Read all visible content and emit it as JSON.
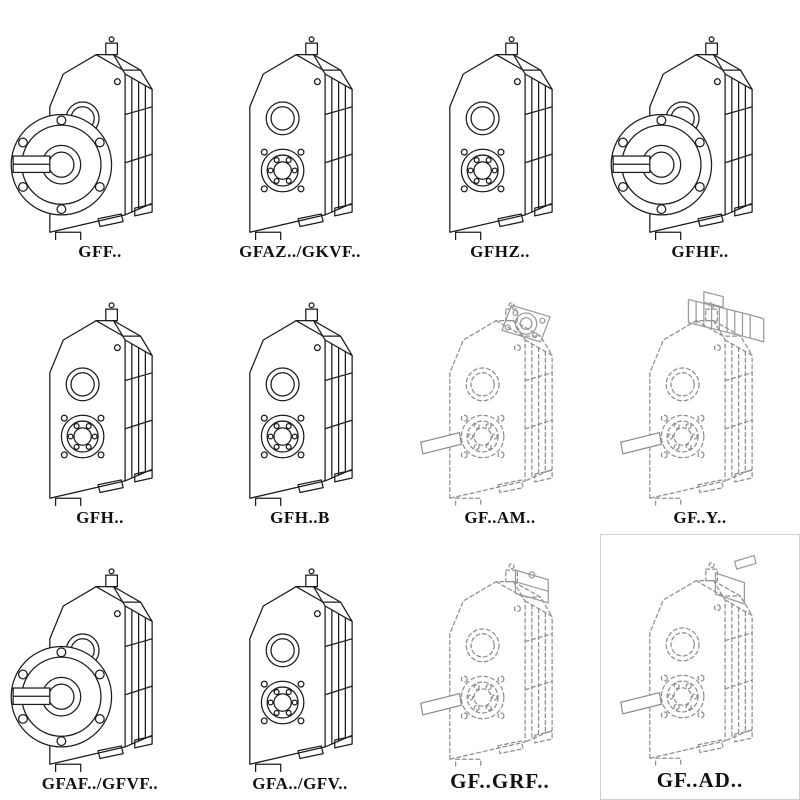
{
  "page": {
    "background": "#ffffff",
    "ink_color": "#1c1c1c",
    "ghost_line_color": "#8f8f8f",
    "description": "Catalog sheet of parallel shaft helical gear reducer variants, 4 x 3 grid of technical line drawings with model designations"
  },
  "cells": [
    {
      "label": "GFF..",
      "drawing": "gearbox-output-flange-with-solid-shaft",
      "symbol": "#sym-flange",
      "style": "solid"
    },
    {
      "label": "GFAZ../GKVF..",
      "drawing": "gearbox-hollow-shaft-foot-mount",
      "symbol": "#sym-basic",
      "style": "solid"
    },
    {
      "label": "GFHZ..",
      "drawing": "gearbox-hollow-shaft-shrink-disc",
      "symbol": "#sym-basic",
      "style": "solid"
    },
    {
      "label": "GFHF..",
      "drawing": "gearbox-flange-mounted-hollow-shaft",
      "symbol": "#sym-flange",
      "style": "solid"
    },
    {
      "label": "GFH..",
      "drawing": "gearbox-hollow-shaft",
      "symbol": "#sym-basic",
      "style": "solid"
    },
    {
      "label": "GFH..B",
      "drawing": "gearbox-hollow-shaft-with-base",
      "symbol": "#sym-basic",
      "style": "solid"
    },
    {
      "label": "GF..AM..",
      "drawing": "gearbox-with-iec-motor-adapter-flange",
      "symbol": "#sym-am",
      "style": "ghost"
    },
    {
      "label": "GF..Y..",
      "drawing": "gearbox-with-mounted-motor",
      "symbol": "#sym-y",
      "style": "ghost"
    },
    {
      "label": "GFAF../GFVF..",
      "drawing": "gearbox-output-flange-variant",
      "symbol": "#sym-flange",
      "style": "solid"
    },
    {
      "label": "GFA../GFV..",
      "drawing": "gearbox-shaft-mounted-variant",
      "symbol": "#sym-basic",
      "style": "solid"
    },
    {
      "label": "GF..GRF..",
      "drawing": "gearbox-with-top-cover-unit",
      "symbol": "#sym-grf",
      "style": "ghost"
    },
    {
      "label": "GF..AD..",
      "drawing": "gearbox-with-input-shaft-adapter",
      "symbol": "#sym-ad",
      "style": "ghost"
    }
  ]
}
